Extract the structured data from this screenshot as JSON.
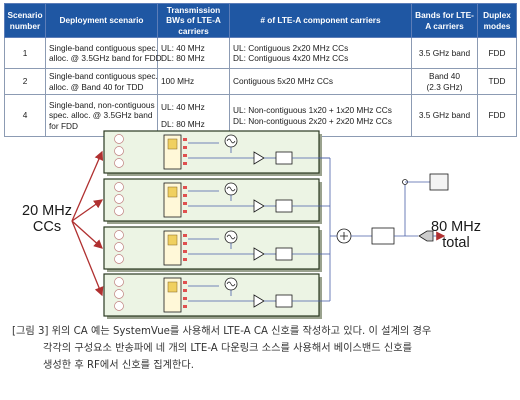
{
  "table": {
    "headers": [
      "Scenario number",
      "Deployment scenario",
      "Transmission BWs of LTE-A carriers",
      "# of LTE-A component carriers",
      "Bands for LTE-A carriers",
      "Duplex modes"
    ],
    "rows": [
      {
        "number": "1",
        "scenario": [
          "Single-band contiguous spec.",
          "alloc. @ 3.5GHz band for FDD"
        ],
        "bw": [
          "UL: 40 MHz",
          "DL: 80 MHz"
        ],
        "carriers": [
          "UL: Contiguous 2x20 MHz CCs",
          "DL: Contiguous 4x20 MHz CCs"
        ],
        "band": [
          "3.5 GHz band"
        ],
        "duplex": "FDD"
      },
      {
        "number": "2",
        "scenario": [
          "Single-band contiguous  spec.",
          "alloc. @ Band 40 for TDD"
        ],
        "bw": [
          "100 MHz"
        ],
        "carriers": [
          "Contiguous 5x20 MHz CCs"
        ],
        "band": [
          "Band 40",
          "(2.3 GHz)"
        ],
        "duplex": "TDD"
      },
      {
        "number": "4",
        "scenario": [
          "Single-band, non-contiguous",
          "spec. alloc. @ 3.5GHz band",
          "for FDD"
        ],
        "bw": [
          "UL: 40 MHz",
          "DL: 80 MHz"
        ],
        "carriers": [
          "UL: Non-contiguous 1x20 + 1x20 MHz CCs",
          "DL: Non-contiguous 2x20 + 2x20 MHz CCs"
        ],
        "band": [
          "3.5 GHz band"
        ],
        "duplex": "FDD"
      }
    ]
  },
  "diagram": {
    "input_label": [
      "20 MHz",
      "CCs"
    ],
    "output_label": [
      "80 MHz",
      "total"
    ],
    "lane_count": 4,
    "colors": {
      "panel_fill": "#ecf4e4",
      "panel_border": "#2b3a22",
      "arrow": "#b03030",
      "wire": "#4a5fa8",
      "block_border": "#1a1a1a"
    }
  },
  "caption": [
    "[그림 3] 위의 CA 예는 SystemVue를 사용해서 LTE-A CA 신호를 작성하고 있다. 이 설계의 경우",
    "각각의 구성요소 반송파에 네 개의 LTE-A 다운링크 소스를 사용해서 베이스밴드 신호를",
    "생성한 후 RF에서 신호를 집계한다."
  ]
}
